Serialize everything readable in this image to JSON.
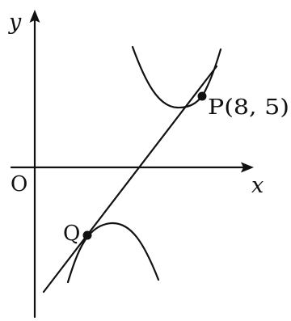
{
  "labels": {
    "x_axis": "x",
    "y_axis": "y",
    "origin": "O",
    "point_p": "P(8, 5)",
    "point_q": "Q"
  },
  "colors": {
    "ink": "#111111",
    "background": "#ffffff"
  }
}
